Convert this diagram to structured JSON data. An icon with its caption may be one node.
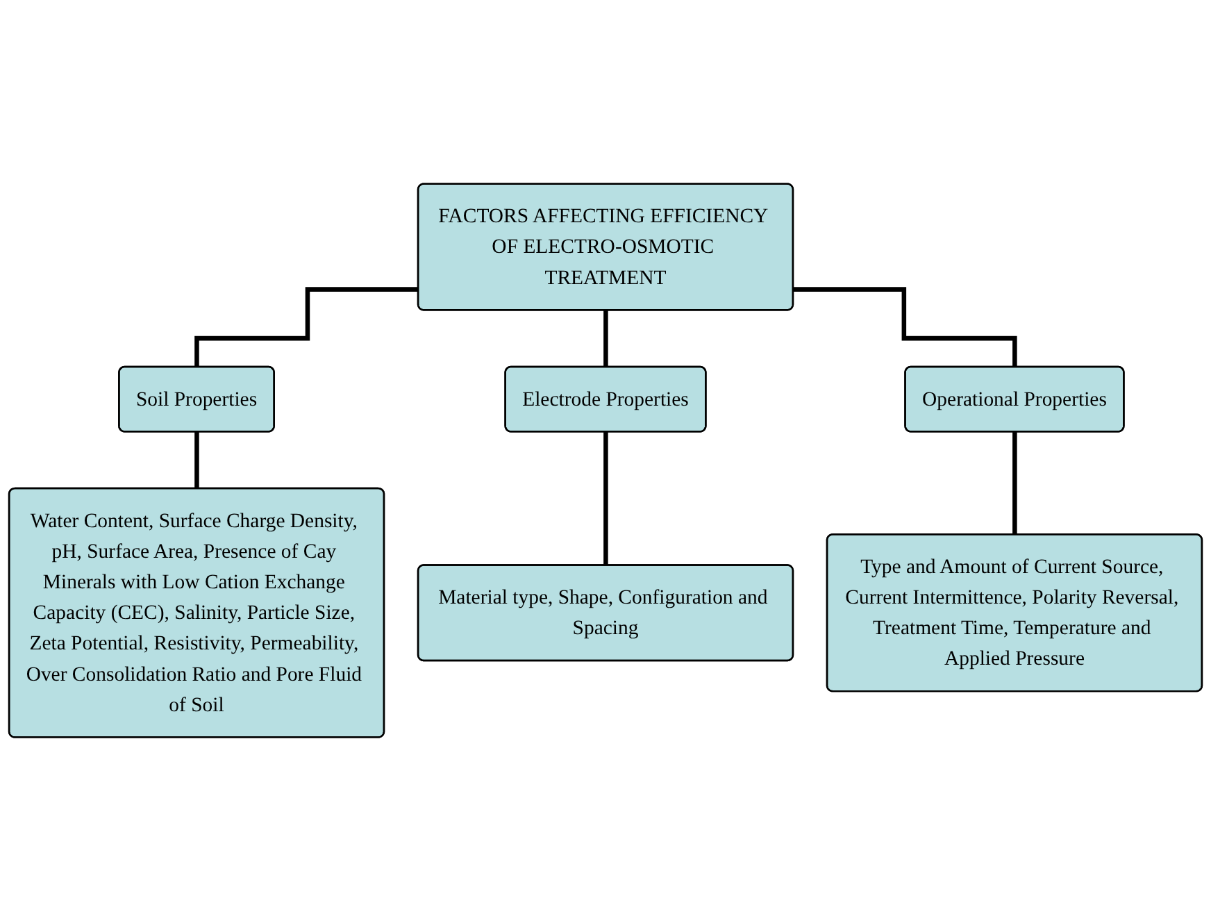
{
  "diagram": {
    "nodes": [
      {
        "text": [
          "FACTORS AFFECTING EFFICIENCY OF ELECTRO-OSMOTIC TREATMENT"
        ]
      },
      {
        "text": [
          "Soil Properties"
        ]
      },
      {
        "text": [
          "Electrode Properties"
        ]
      },
      {
        "text": [
          "Operational Properties"
        ]
      },
      {
        "text": [
          "Material type, Shape, Configuration and Spacing"
        ]
      },
      {
        "text": [
          "Water Content, Surface Charge Density, pH, Surface Area, Presence of Cay Minerals with Low Cation Exchange Capacity (CEC), Salinity, Particle Size, Zeta Potential, Resistivity, Permeability, Over Consolidation Ratio and Pore Fluid of Soil"
        ]
      },
      {
        "text": [
          "Type and Amount of Current Source, Current Intermittence, Polarity Reversal, Treatment Time, Temperature and Applied Pressure"
        ]
      }
    ],
    "edges": [
      {
        "from": 0,
        "to": 1,
        "arrow": "none"
      },
      {
        "from": 0,
        "to": 2,
        "arrow": "none"
      },
      {
        "from": 0,
        "to": 3,
        "arrow": "none"
      },
      {
        "from": 2,
        "to": 4,
        "arrow": "none"
      },
      {
        "from": 1,
        "to": 5,
        "arrow": "none"
      },
      {
        "from": 3,
        "to": 6,
        "arrow": "none"
      }
    ]
  }
}
